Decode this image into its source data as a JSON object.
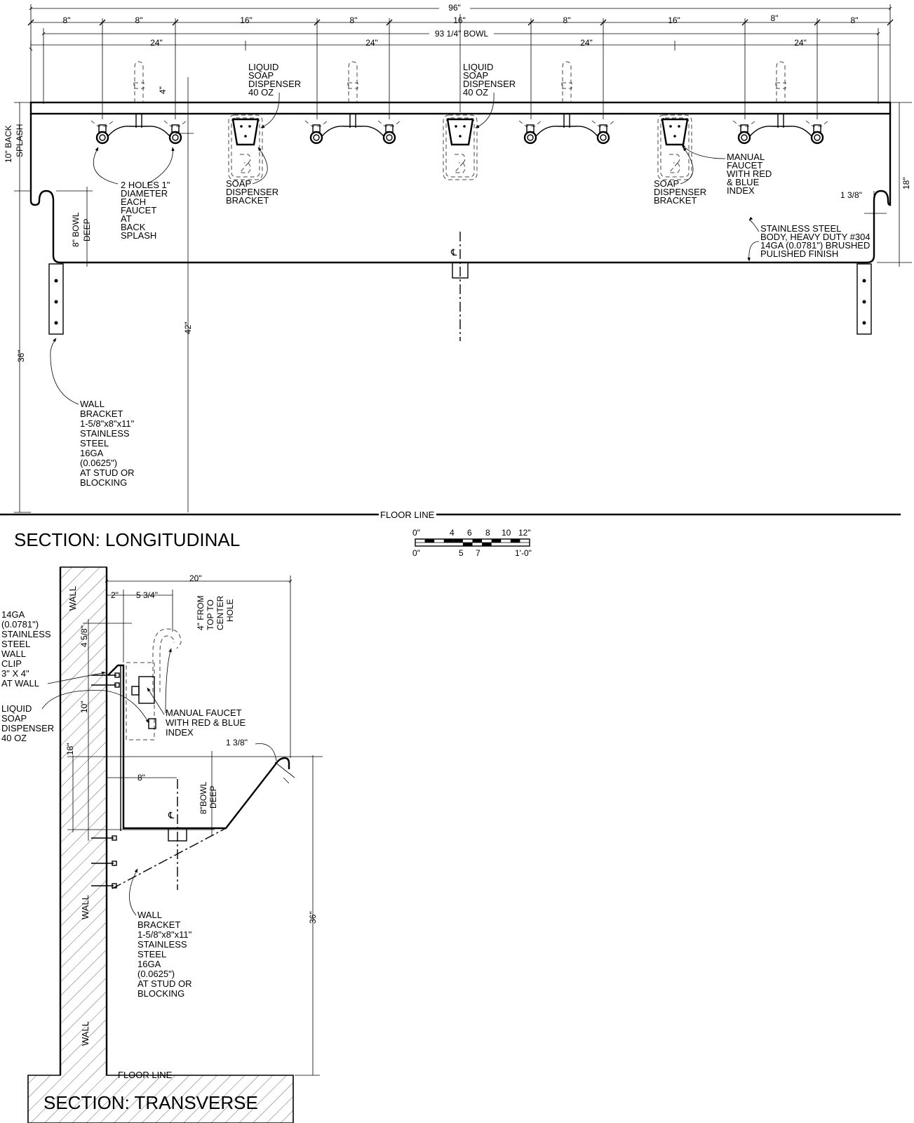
{
  "longitudinal": {
    "title": "SECTION: LONGITUDINAL",
    "dims_top": {
      "overall": "96\"",
      "row1": [
        "8\"",
        "8\"",
        "16\"",
        "8\"",
        "16\"",
        "8\"",
        "16\"",
        "8\"",
        "8\""
      ],
      "bowl": "93 1/4\" BOWL",
      "row3": [
        "24\"",
        "24\"",
        "24\"",
        "24\""
      ]
    },
    "dims_side": {
      "back_splash": [
        "10\" BACK",
        "SPLASH"
      ],
      "top_to_hole": "4\"",
      "bowl_deep": [
        "8\" BOWL",
        "DEEP"
      ],
      "height_36": "36\"",
      "height_42": "42\"",
      "right_18": "18\"",
      "rim": "1 3/8\""
    },
    "labels": {
      "soap1": [
        "LIQUID",
        "SOAP",
        "DISPENSER",
        "40 OZ"
      ],
      "soap2": [
        "LIQUID",
        "SOAP",
        "DISPENSER",
        "40 OZ"
      ],
      "holes": [
        "2 HOLES 1\"",
        "DIAMETER",
        "EACH",
        "FAUCET",
        "AT",
        "BACK",
        "SPLASH"
      ],
      "bracket1": [
        "SOAP",
        "DISPENSER",
        "BRACKET"
      ],
      "bracket2": [
        "SOAP",
        "DISPENSER",
        "BRACKET"
      ],
      "faucet": [
        "MANUAL",
        "FAUCET",
        "WITH RED",
        "& BLUE",
        "INDEX"
      ],
      "body": [
        "STAINLESS STEEL",
        "BODY, HEAVY DUTY #304",
        "14GA (0.0781\") BRUSHED",
        "PULISHED FINISH"
      ],
      "wall_bracket": [
        "WALL",
        "BRACKET",
        "1-5/8\"x8\"x11\"",
        "STAINLESS",
        "STEEL",
        "16GA",
        "(0.0625\")",
        "AT STUD OR",
        "BLOCKING"
      ],
      "floor_line": "FLOOR LINE",
      "centerline": "℄"
    }
  },
  "scale": {
    "top_labels": [
      "0\"",
      "4",
      "6",
      "8",
      "10",
      "12\""
    ],
    "bottom_labels": [
      "0\"",
      "5",
      "7",
      "1'-0\""
    ]
  },
  "transverse": {
    "title": "SECTION: TRANSVERSE",
    "dims": {
      "d20": "20\"",
      "d2": "2\"",
      "d534": "5 3/4\"",
      "d458": "4 5/8\"",
      "d10": "10\"",
      "d18": "18\"",
      "d8": "8\"",
      "d138": "1 3/8\"",
      "bowl_deep": [
        "8\"BOWL",
        "DEEP"
      ],
      "d36": "36\"",
      "from_top": [
        "4\" FROM",
        "TOP TO",
        "CENTER",
        "HOLE"
      ]
    },
    "labels": {
      "wall_top": "WALL",
      "wall_mid": "WALL",
      "wall_low": "WALL",
      "clip": [
        "14GA",
        "(0.0781\")",
        "STAINLESS",
        "STEEL",
        "WALL",
        "CLIP",
        "3\" X 4\"",
        "AT WALL"
      ],
      "soap": [
        "LIQUID",
        "SOAP",
        "DISPENSER",
        "40 OZ"
      ],
      "faucet": [
        "MANUAL FAUCET",
        "WITH RED & BLUE",
        "INDEX"
      ],
      "bracket": [
        "WALL",
        "BRACKET",
        "1-5/8\"x8\"x11\"",
        "STAINLESS",
        "STEEL",
        "16GA",
        "(0.0625\")",
        "AT STUD OR",
        "BLOCKING"
      ],
      "floor_line": "FLOOR LINE",
      "centerline": "℄"
    }
  }
}
